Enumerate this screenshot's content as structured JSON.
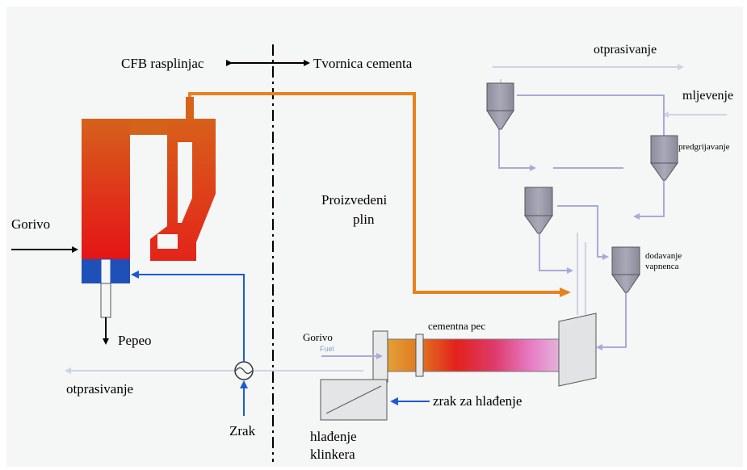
{
  "labels": {
    "cfb_gasifier": "CFB rasplinjac",
    "cement_factory": "Tvornica cementa",
    "fuel_left": "Gorivo",
    "ash": "Pepeo",
    "dedusting_left": "otprasivanje",
    "air": "Zrak",
    "produced_gas_line1": "Proizvedeni",
    "produced_gas_line2": "plin",
    "dedusting_top": "otprasivanje",
    "grinding": "mljevenje",
    "preheating": "predgrijavanje",
    "limestone_line1": "dodavanje",
    "limestone_line2": "vapnenca",
    "kiln": "cementna pec",
    "fuel_kiln": "Gorivo",
    "fuel_kiln_en": "Fuel",
    "cooling_air": "zrak za hlađenje",
    "clinker_cooling_line1": "hlađenje",
    "clinker_cooling_line2": "klinkera"
  },
  "colors": {
    "gas_line": "#e8821e",
    "air_line": "#1b5bd0",
    "cyclone": "#9a9aaa",
    "process_line": "#a7abd8",
    "reactor_top": "#d5621b",
    "reactor_bottom": "#e41416",
    "fluid_bed": "#1e50b8"
  }
}
